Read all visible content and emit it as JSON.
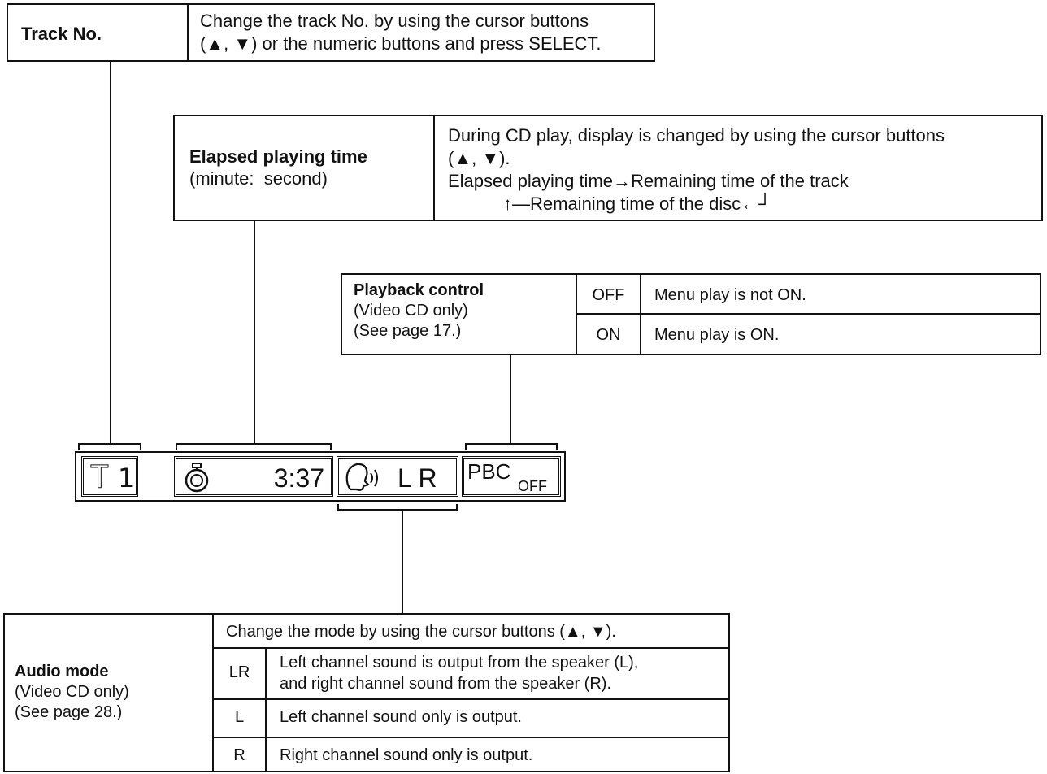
{
  "track_no": {
    "label": "Track No.",
    "desc_line1": "Change the track No. by using the cursor buttons",
    "desc_line2": "(▲, ▼) or the numeric buttons and press SELECT."
  },
  "elapsed": {
    "label": "Elapsed playing time",
    "sublabel": "(minute:  second)",
    "desc_line1": "During CD play, display is changed by using the cursor buttons",
    "desc_line2": "(▲, ▼).",
    "desc_line3": "Elapsed playing time→Remaining time of the track",
    "desc_line4": "↑—Remaining time of the disc←┘"
  },
  "pbc": {
    "label": "Playback control",
    "sub1": "(Video CD only)",
    "sub2": "(See page 17.)",
    "rows": [
      {
        "key": "OFF",
        "text": "Menu play is not ON."
      },
      {
        "key": "ON",
        "text": "Menu play is ON."
      }
    ]
  },
  "osd": {
    "track_glyph": "T",
    "track_num": "1",
    "time": "3:37",
    "audio": "L R",
    "pbc": "PBC",
    "pbc_sub": "OFF"
  },
  "audio": {
    "label": "Audio mode",
    "sub1": "(Video CD only)",
    "sub2": "(See page 28.)",
    "header": "Change the mode by using the cursor buttons (▲, ▼).",
    "rows": [
      {
        "key": "LR",
        "line1": "Left channel sound is output from the speaker (L),",
        "line2": "and right channel sound from the speaker (R)."
      },
      {
        "key": "L",
        "line1": "Left channel sound only is output.",
        "line2": ""
      },
      {
        "key": "R",
        "line1": "Right channel sound only is output.",
        "line2": ""
      }
    ]
  }
}
